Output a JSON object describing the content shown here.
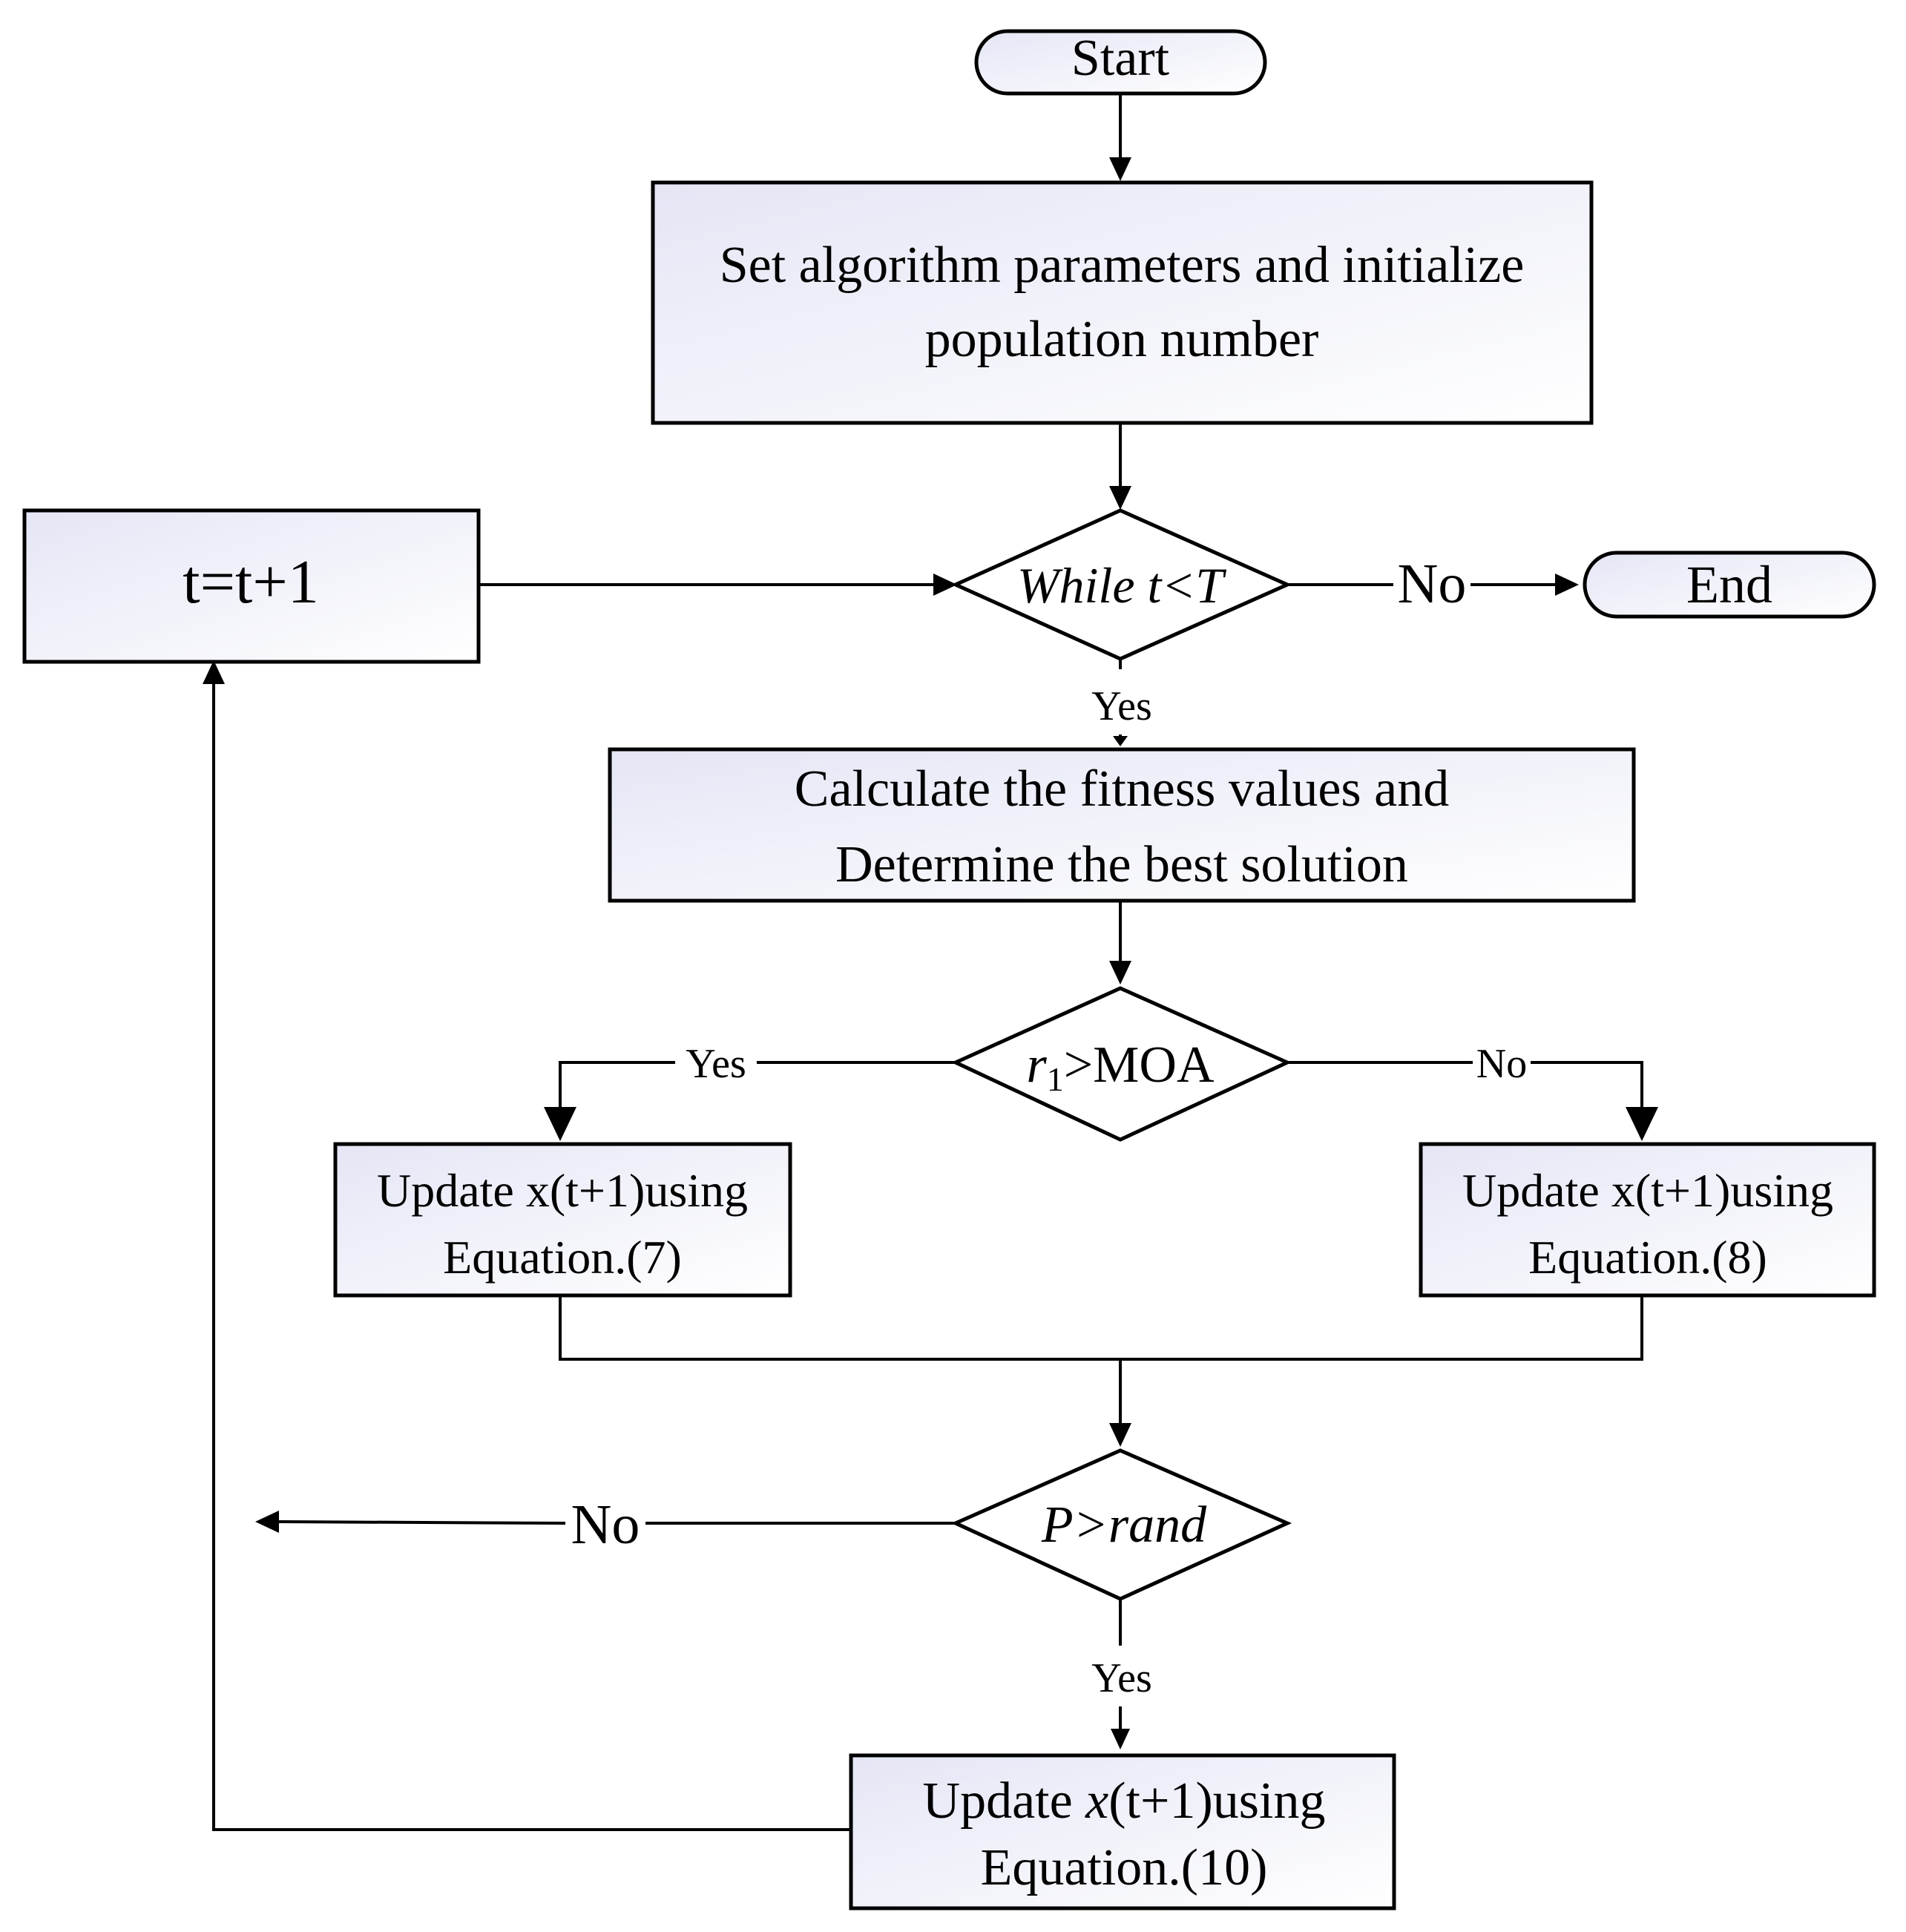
{
  "nodes": {
    "start": "Start",
    "init_line1": "Set algorithm parameters and initialize",
    "init_line2": "population number",
    "increment": "t=t+1",
    "while_cond": "While t<T",
    "end": "End",
    "fitness_line1": "Calculate the fitness values and",
    "fitness_line2": "Determine the best solution",
    "moa_r": "r",
    "moa_sub": "1",
    "moa_rest": ">MOA",
    "update7_line1": "Update x(t+1)using",
    "update7_line2": "Equation.(7)",
    "update8_line1": "Update x(t+1)using",
    "update8_line2": "Equation.(8)",
    "p_cond": "P>rand",
    "update10_pre": "Update ",
    "update10_x": "x",
    "update10_post": "(t+1)using",
    "update10_line2": "Equation.(10)"
  },
  "edges": {
    "while_no": "No",
    "while_yes": "Yes",
    "moa_yes": "Yes",
    "moa_no": "No",
    "p_no": "No",
    "p_yes": "Yes"
  },
  "colors": {
    "stroke": "#000000",
    "fill_dark": "#e4e6f5",
    "fill_light": "#ffffff"
  }
}
